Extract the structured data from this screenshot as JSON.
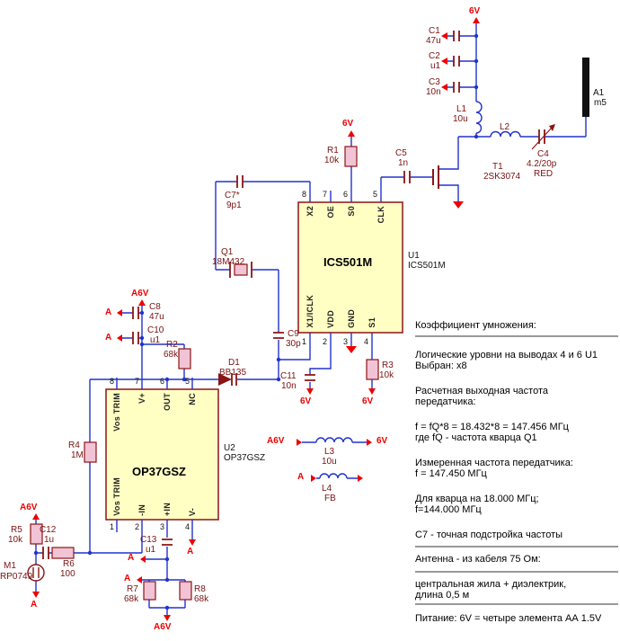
{
  "colors": {
    "wire": "#2233cc",
    "component": "#8b1414",
    "resistor_fill": "#f2c3d5",
    "ic_fill": "#ffffc4",
    "power": "#ee0000",
    "antenna": "#111111"
  },
  "power": {
    "v6": "6V",
    "a6v": "A6V",
    "a": "A"
  },
  "parts": {
    "c1": {
      "ref": "C1",
      "val": "47u"
    },
    "c2": {
      "ref": "C2",
      "val": "u1"
    },
    "c3": {
      "ref": "C3",
      "val": "10n"
    },
    "c4": {
      "ref": "C4",
      "val": "4.2/20p",
      "note": "RED"
    },
    "c5": {
      "ref": "C5",
      "val": "1n"
    },
    "c7": {
      "ref": "C7*",
      "val": "9p1"
    },
    "c8": {
      "ref": "C8",
      "val": "47u"
    },
    "c9": {
      "ref": "C9",
      "val": "30p"
    },
    "c10": {
      "ref": "C10",
      "val": "u1"
    },
    "c11": {
      "ref": "C11",
      "val": "10n"
    },
    "c12": {
      "ref": "C12",
      "val": "1u"
    },
    "c13": {
      "ref": "C13",
      "val": "u1"
    },
    "r1": {
      "ref": "R1",
      "val": "10k"
    },
    "r2": {
      "ref": "R2",
      "val": "68k"
    },
    "r3": {
      "ref": "R3",
      "val": "10k"
    },
    "r4": {
      "ref": "R4",
      "val": "1M"
    },
    "r5": {
      "ref": "R5",
      "val": "10k"
    },
    "r6": {
      "ref": "R6",
      "val": "100"
    },
    "r7": {
      "ref": "R7",
      "val": "68k"
    },
    "r8": {
      "ref": "R8",
      "val": "68k"
    },
    "l1": {
      "ref": "L1",
      "val": "10u"
    },
    "l2": {
      "ref": "L2"
    },
    "l3": {
      "ref": "L3",
      "val": "10u"
    },
    "l4": {
      "ref": "L4",
      "val": "FB"
    },
    "q1": {
      "ref": "Q1",
      "val": "18M432"
    },
    "d1": {
      "ref": "D1",
      "val": "BB135"
    },
    "t1": {
      "ref": "T1",
      "val": "2SK3074"
    },
    "m1": {
      "ref": "M1",
      "val": "RP0749"
    },
    "a1": {
      "ref": "A1",
      "val": "m5"
    }
  },
  "u1": {
    "ref": "U1",
    "name": "ICS501M",
    "pins_top": [
      {
        "n": "8",
        "label": "X2"
      },
      {
        "n": "7",
        "label": "OE"
      },
      {
        "n": "6",
        "label": "S0"
      },
      {
        "n": "5",
        "label": "CLK"
      }
    ],
    "pins_bottom": [
      {
        "n": "1",
        "label": "X1/ICLK"
      },
      {
        "n": "2",
        "label": "VDD"
      },
      {
        "n": "3",
        "label": "GND"
      },
      {
        "n": "4",
        "label": "S1"
      }
    ]
  },
  "u2": {
    "ref": "U2",
    "name": "OP37GSZ",
    "pins_top": [
      {
        "n": "8",
        "label": "Vos TRIM"
      },
      {
        "n": "7",
        "label": "V+"
      },
      {
        "n": "6",
        "label": "OUT"
      },
      {
        "n": "5",
        "label": "NC"
      }
    ],
    "pins_bottom": [
      {
        "n": "1",
        "label": "Vos TRIM"
      },
      {
        "n": "2",
        "label": "-IN"
      },
      {
        "n": "3",
        "label": "+IN"
      },
      {
        "n": "4",
        "label": "V-"
      }
    ]
  },
  "notes": [
    "Коэффициент умножения:",
    "Логические уровни на выводах 4 и 6 U1",
    "Выбран: x8",
    "Расчетная выходная частота",
    "передатчика:",
    "f = fQ*8 = 18.432*8 = 147.456 МГц",
    "где fQ - частота кварца Q1",
    "Измеренная частота передатчика:",
    "f = 147.450 МГц",
    "Для кварца на 18.000 МГц;",
    "f=144.000 МГц",
    "C7 - точная подстройка частоты",
    "Антенна - из кабеля 75 Ом:",
    "центральная жила + диэлектрик,",
    "длина 0,5 м",
    "Питание: 6V = четыре элемента АА 1.5V"
  ]
}
